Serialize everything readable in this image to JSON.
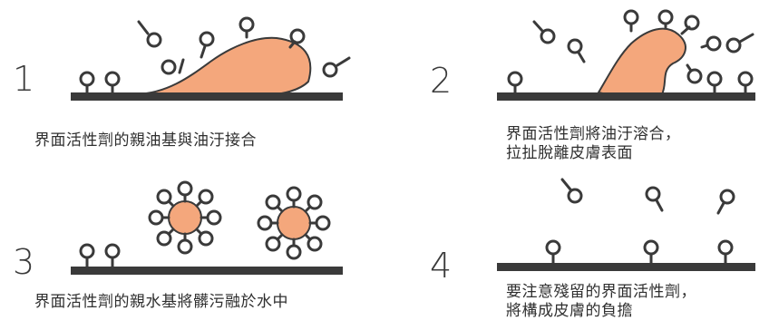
{
  "panels": [
    {
      "step": "1",
      "caption_lines": [
        "界面活性劑的親油基與油汙接合"
      ]
    },
    {
      "step": "2",
      "caption_lines": [
        "界面活性劑將油汙溶合，",
        "拉扯脫離皮膚表面"
      ]
    },
    {
      "step": "3",
      "caption_lines": [
        "界面活性劑的親水基將髒污融於水中"
      ]
    },
    {
      "step": "4",
      "caption_lines": [
        "要注意殘留的界面活性劑，",
        "將構成皮膚的負擔"
      ]
    }
  ],
  "colors": {
    "oil": "#f4a77c",
    "stroke": "#3a3a3a",
    "skin": "#3a3a3a",
    "text": "#2f2f2f"
  }
}
